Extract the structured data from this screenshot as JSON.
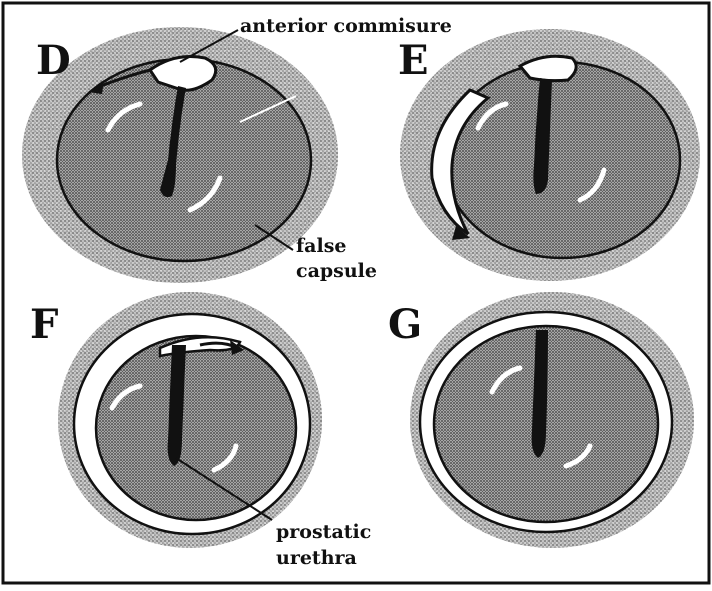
{
  "figure": {
    "panels": [
      {
        "letter": "D",
        "id": "D"
      },
      {
        "letter": "E",
        "id": "E"
      },
      {
        "letter": "F",
        "id": "F"
      },
      {
        "letter": "G",
        "id": "G"
      }
    ],
    "labels": {
      "anterior_commisure": "anterior commisure",
      "false_capsule_line1": "false",
      "false_capsule_line2": "capsule",
      "prostatic_urethra_line1": "prostatic",
      "prostatic_urethra_line2": "urethra"
    },
    "colors": {
      "ink": "#111111",
      "tissue": "#8a8a8a",
      "paper": "#ffffff"
    }
  }
}
